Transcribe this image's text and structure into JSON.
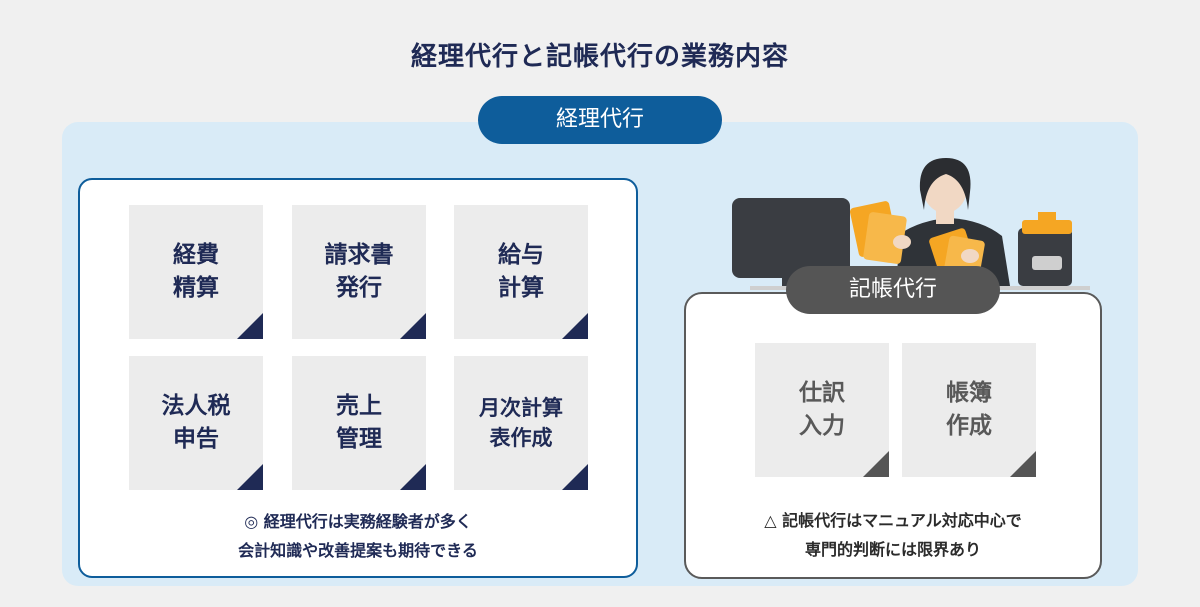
{
  "title": "経理代行と記帳代行の業務内容",
  "keiri": {
    "label": "経理代行",
    "cards": [
      {
        "line1": "経費",
        "line2": "精算"
      },
      {
        "line1": "請求書",
        "line2": "発行"
      },
      {
        "line1": "給与",
        "line2": "計算"
      },
      {
        "line1": "法人税",
        "line2": "申告"
      },
      {
        "line1": "売上",
        "line2": "管理"
      },
      {
        "line1": "月次計算",
        "line2": "表作成"
      }
    ],
    "note_line1": "◎ 経理代行は実務経験者が多く",
    "note_line2": "会計知識や改善提案も期待できる"
  },
  "kicho": {
    "label": "記帳代行",
    "cards": [
      {
        "line1": "仕訳",
        "line2": "入力"
      },
      {
        "line1": "帳簿",
        "line2": "作成"
      }
    ],
    "note_line1": "△ 記帳代行はマニュアル対応中心で",
    "note_line2": "専門的判断には限界あり"
  },
  "colors": {
    "navy": "#1f2a55",
    "blue": "#0e5d9b",
    "light_blue": "#d9ebf7",
    "gray": "#555555",
    "orange": "#f5a623"
  },
  "illustration": "person-at-desk-with-monitor-and-documents"
}
